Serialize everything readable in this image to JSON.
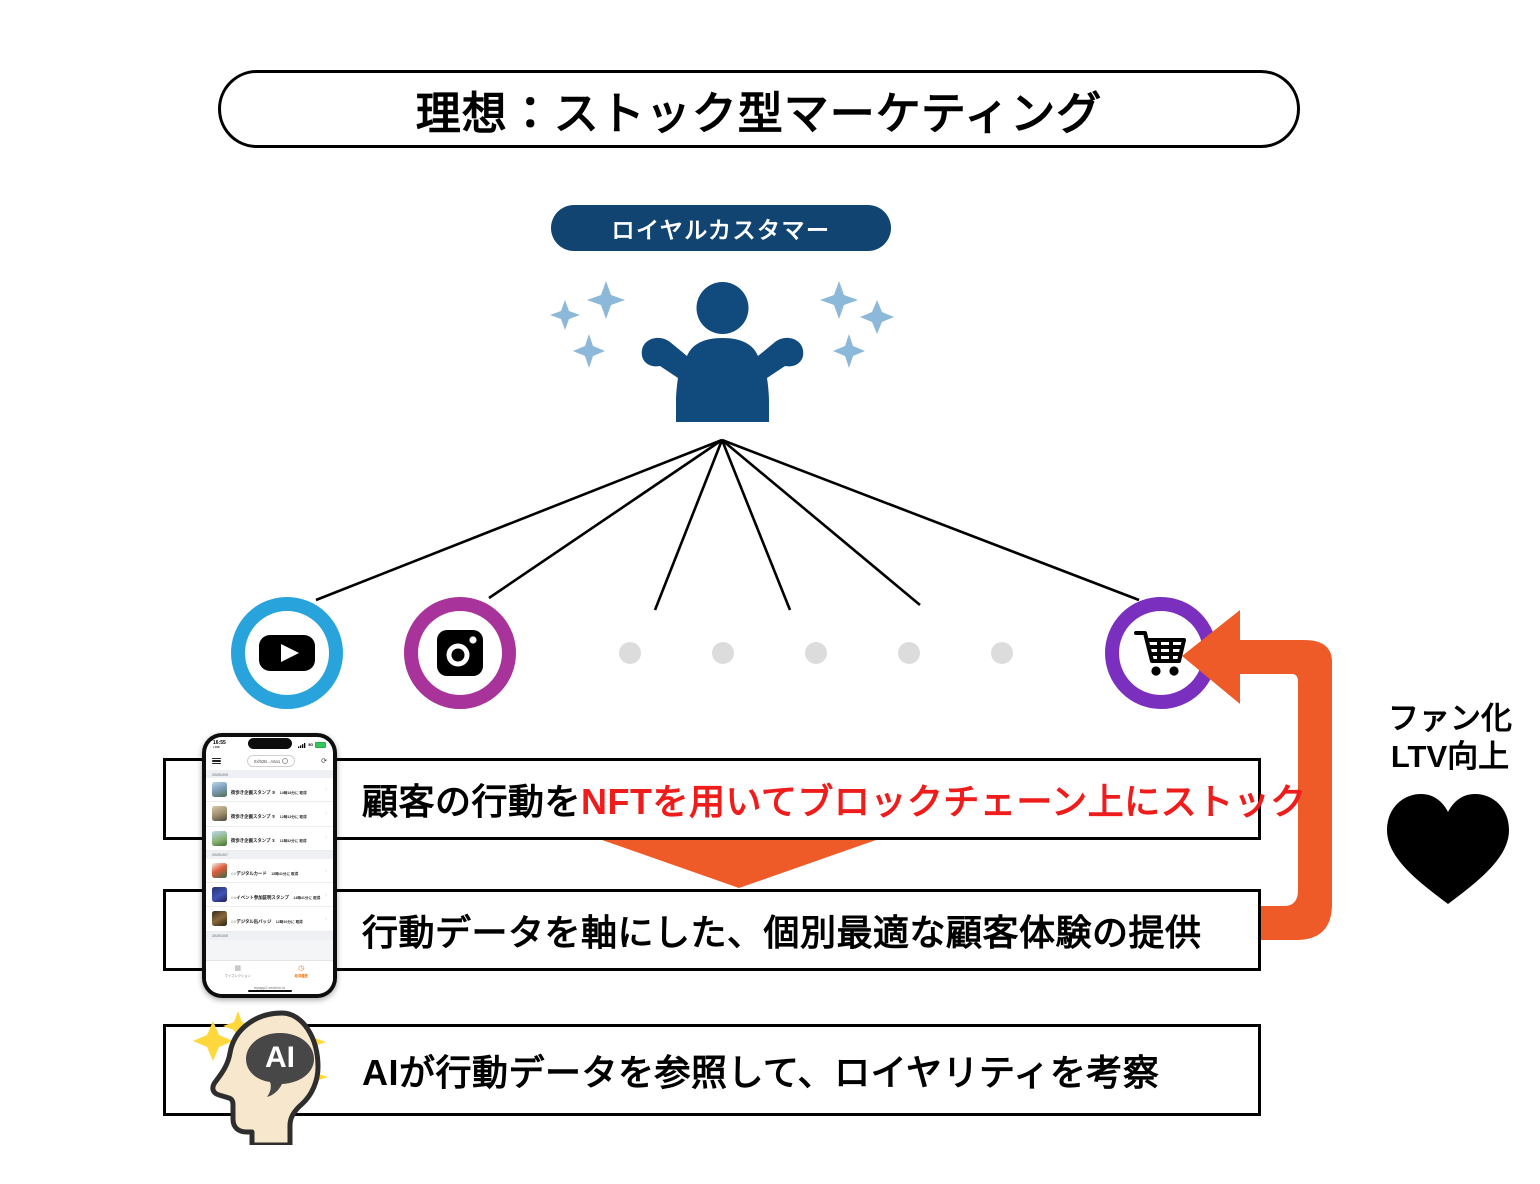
{
  "title": {
    "text": "理想：ストック型マーケティング"
  },
  "hero": {
    "badge_label": "ロイヤルカスタマー",
    "person_icon": "strong-person-icon",
    "sparkle_icon": "sparkle-icon"
  },
  "channels": [
    {
      "name": "youtube",
      "icon": "youtube-icon",
      "ring_color": "#29a3dc"
    },
    {
      "name": "instagram",
      "icon": "camera-icon",
      "ring_color": "#a8339a"
    },
    {
      "name": "cart",
      "icon": "shopping-cart-icon",
      "ring_color": "#7b2fbe"
    }
  ],
  "placeholder_dots": 5,
  "boxes": {
    "nft": {
      "text_plain": "顧客の行動を",
      "text_highlight": "NFTを用いてブロックチェーン上にストック",
      "highlight_color": "#ef1c1c"
    },
    "cx": {
      "text": "行動データを軸にした、個別最適な顧客体験の提供"
    },
    "ai": {
      "text": "AIが行動データを参照して、ロイヤリティを考察",
      "icon": "ai-head-icon"
    }
  },
  "loop": {
    "arrow_color": "#ef5b28",
    "down_arrow_color": "#ef5b28"
  },
  "fan_label": {
    "line1": "ファン化",
    "line2": "LTV向上",
    "heart_icon": "heart-icon"
  },
  "phone": {
    "status": {
      "time": "16:55",
      "app": "LINE",
      "network": "5G",
      "signal_icon": "signal-icon",
      "battery_icon": "battery-icon"
    },
    "header": {
      "menu_icon": "hamburger-icon",
      "address": "0xf92B...A6a1",
      "copy_icon": "copy-icon",
      "refresh_icon": "refresh-icon"
    },
    "groups": [
      {
        "date": "2025/10/9",
        "items": [
          {
            "title": "街歩き企画スタンプ ③",
            "sub": "14時18分に 取得"
          },
          {
            "title": "街歩き企画スタンプ ②",
            "sub": "12時13分に 取得"
          },
          {
            "title": "街歩き企画スタンプ ①",
            "sub": "11時32分に 取得"
          }
        ]
      },
      {
        "date": "2025/10/7",
        "items": [
          {
            "title": "○○デジタルカード",
            "sub": "15時41分に 取得"
          },
          {
            "title": "○○イベント参加証明スタンプ",
            "sub": "14時41分に 取得"
          },
          {
            "title": "○○デジタル缶バッジ",
            "sub": "12時10分に 取得"
          }
        ]
      },
      {
        "date": "2025/10/5",
        "items": []
      }
    ],
    "tabs": [
      {
        "label": "マイコレクション",
        "icon": "collection-icon",
        "active": false
      },
      {
        "label": "取得履歴",
        "icon": "history-icon",
        "active": true
      }
    ],
    "url": "myapp2.xxxhive.io"
  }
}
